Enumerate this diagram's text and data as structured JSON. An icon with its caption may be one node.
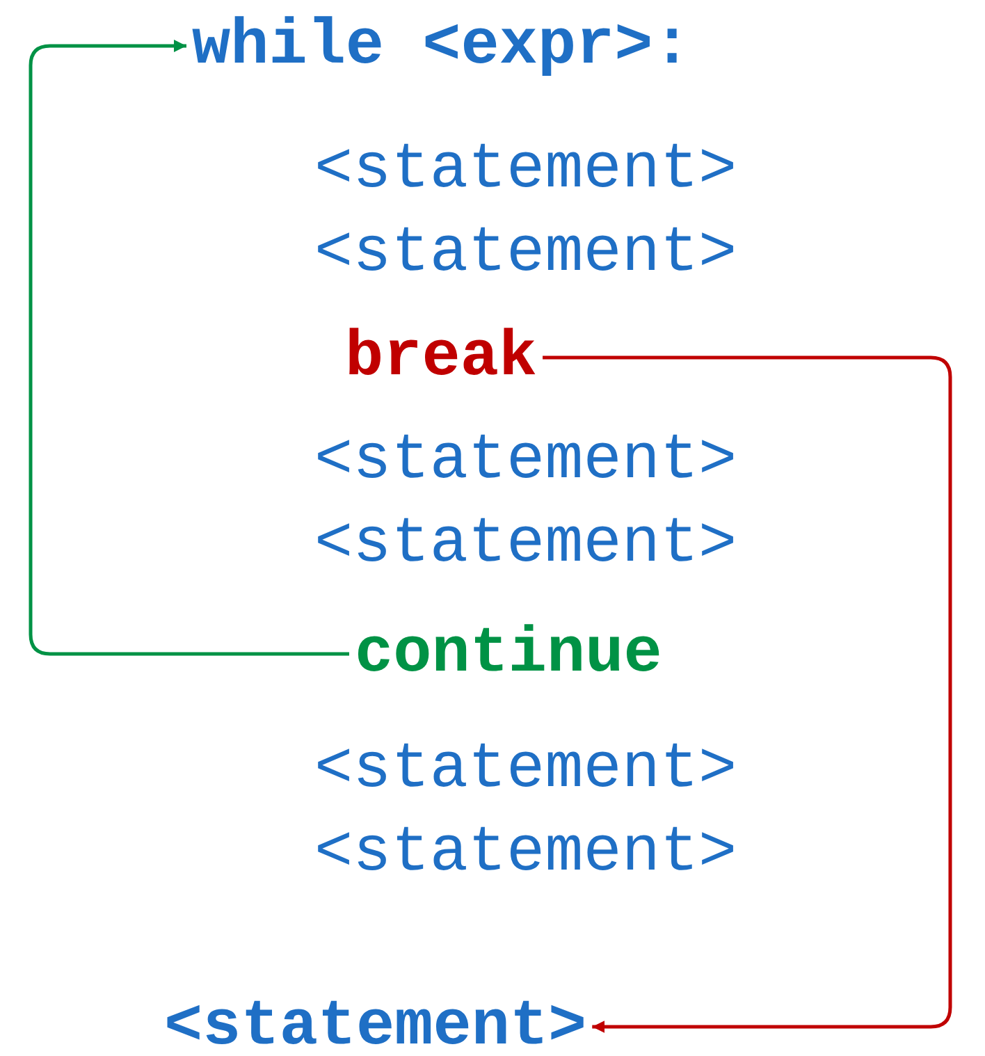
{
  "diagram": {
    "nodes": [
      {
        "text": [
          "while <expr>:"
        ]
      },
      {
        "text": [
          "break"
        ]
      },
      {
        "text": [
          "continue"
        ]
      },
      {
        "text": [
          "<statement>"
        ]
      }
    ],
    "edges": [
      {
        "from": 2,
        "to": 0,
        "arrow": "to",
        "color": "#009245"
      },
      {
        "from": 1,
        "to": 3,
        "arrow": "to",
        "color": "#c00000"
      }
    ],
    "labels": [
      "<statement>",
      "<statement>",
      "<statement>",
      "<statement>",
      "<statement>",
      "<statement>"
    ]
  }
}
